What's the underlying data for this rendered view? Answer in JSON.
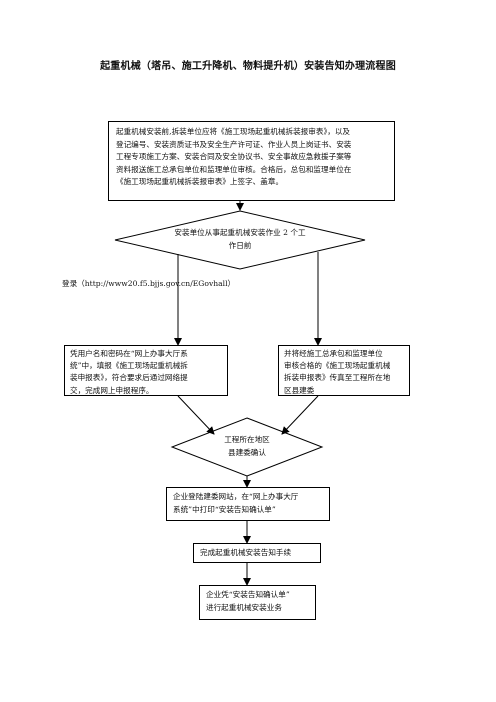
{
  "title": "起重机械（塔吊、施工升降机、物料提升机）安装告知办理流程图",
  "box1": {
    "lines": [
      "起重机械安装前,拆装单位应将《施工现场起重机械拆装报审表》，以及",
      "登记编号、安装资质证书及安全生产许可证、作业人员上岗证书、安装",
      "工程专项施工方案、安装合同及安全协议书、安全事故应急救援子案等",
      "资料报送施工总承包单位和监理单位审核。合格后，总包和监理单位在",
      "《施工现场起重机械拆装报审表》上签字、盖章。"
    ]
  },
  "diamond1": {
    "line1": "安装单位从事起重机械安装作业 2 个工",
    "line2": "作日前"
  },
  "login_note": "登录（http://www20.f5.bjjs.gov.cn/EGovhall）",
  "box_left": {
    "lines": [
      "凭用户名和密码在“网上办事大厅系",
      "统”中，填报《施工现场起重机械拆",
      "装申报表》，符合要求后通过网络提",
      "交，完成网上申报程序。"
    ]
  },
  "box_right": {
    "lines": [
      "并将经施工总承包和监理单位",
      "审核合格的《施工现场起重机械",
      "拆装申报表》传真至工程所在地",
      "区县建委"
    ]
  },
  "diamond2": {
    "line1": "工程所在地区",
    "line2": "县建委确认"
  },
  "box3": {
    "line1": "企业登陆建委网站，在“网上办事大厅",
    "line2": "系统”中打印“安装告知确认单”"
  },
  "box4": {
    "text": "完成起重机械安装告知手续"
  },
  "box5": {
    "line1": "企业凭“安装告知确认单”",
    "line2": "进行起重机械安装业务"
  }
}
